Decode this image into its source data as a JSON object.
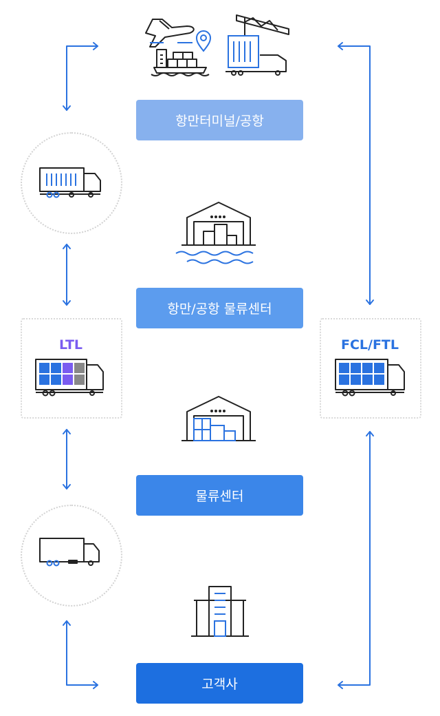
{
  "nodes": {
    "terminal": "항만터미널/공항",
    "port_center": "항만/공항 물류센터",
    "center": "물류센터",
    "customer": "고객사"
  },
  "trucks": {
    "ltl_label": "LTL",
    "fcl_label": "FCL/FTL"
  },
  "colors": {
    "arrow": "#2a72e0",
    "ltl_label": "#7a5cf0",
    "fcl_label": "#2a72e0",
    "icon_stroke": "#222222",
    "icon_blue": "#2a72e0"
  }
}
